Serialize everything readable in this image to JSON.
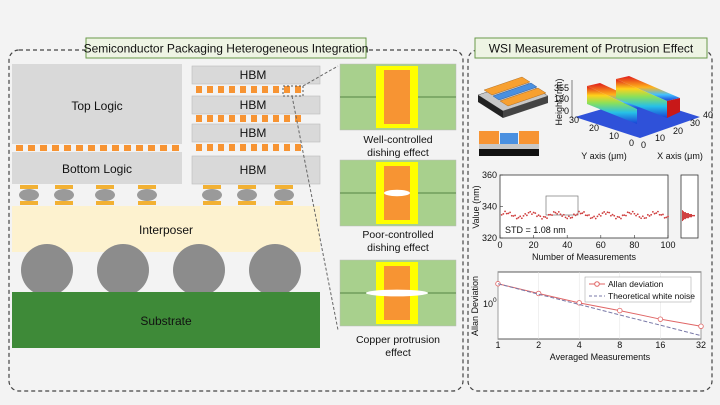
{
  "left_panel": {
    "title": "Semiconductor Packaging Heterogeneous Integration",
    "labels": {
      "top_logic": "Top Logic",
      "bottom_logic": "Bottom Logic",
      "hbm": "HBM",
      "interposer": "Interposer",
      "substrate": "Substrate"
    },
    "hbm_stack_count": 4,
    "bump_rows": 3,
    "solder_ball_count": 4,
    "captions": {
      "well": [
        "Well-controlled",
        "dishing effect"
      ],
      "poor": [
        "Poor-controlled",
        "dishing effect"
      ],
      "copper": [
        "Copper protrusion",
        "effect"
      ]
    },
    "colors": {
      "chip": "#d9d9d9",
      "bump": "#f79433",
      "microbump": "#f2b134",
      "interposer": "#fdf2cf",
      "ball": "#8c8c8c",
      "substrate": "#3e8a38",
      "pad_green": "#a8d08d",
      "pad_yellow": "#ffff00",
      "pad_orange": "#f79433"
    }
  },
  "right_panel": {
    "title": "WSI Measurement of Protrusion Effect",
    "surface_plot": {
      "zlabel": "Height (nm)",
      "z_ticks": [
        "355",
        "180",
        "0"
      ],
      "ylabel": "Y axis (μm)",
      "y_ticks": [
        "30",
        "20",
        "10",
        "0"
      ],
      "xlabel": "X axis (μm)",
      "x_ticks": [
        "40",
        "30",
        "20",
        "10",
        "0"
      ]
    }
  },
  "chart_data": [
    {
      "type": "scatter",
      "xlabel": "Number of Measurements",
      "ylabel": "Value (nm)",
      "xlim": [
        0,
        100
      ],
      "ylim": [
        320,
        360
      ],
      "x_ticks": [
        "0",
        "20",
        "40",
        "60",
        "80",
        "100"
      ],
      "y_ticks": [
        "320",
        "340",
        "360"
      ],
      "annotation": "STD = 1.08 nm",
      "center_value": 334.5,
      "count": 100,
      "histogram": "right-side, vertical, red"
    },
    {
      "type": "line",
      "xlabel": "Averaged Measurements",
      "ylabel": "Allan Deviation",
      "x": [
        1,
        2,
        4,
        8,
        16,
        32
      ],
      "x_ticks": [
        "1",
        "2",
        "4",
        "8",
        "16",
        "32"
      ],
      "y_tick_label": "10",
      "y_tick_exponent": "0",
      "log_x": true,
      "log_y": true,
      "legend_position": "top-right",
      "series": [
        {
          "name": "Allan deviation",
          "values": [
            1.08,
            0.78,
            0.57,
            0.44,
            0.33,
            0.26
          ],
          "color": "#e06666"
        },
        {
          "name": "Theoretical white noise",
          "values": [
            1.08,
            0.76,
            0.54,
            0.38,
            0.27,
            0.19
          ],
          "color": "#7a7aa8"
        }
      ]
    }
  ]
}
